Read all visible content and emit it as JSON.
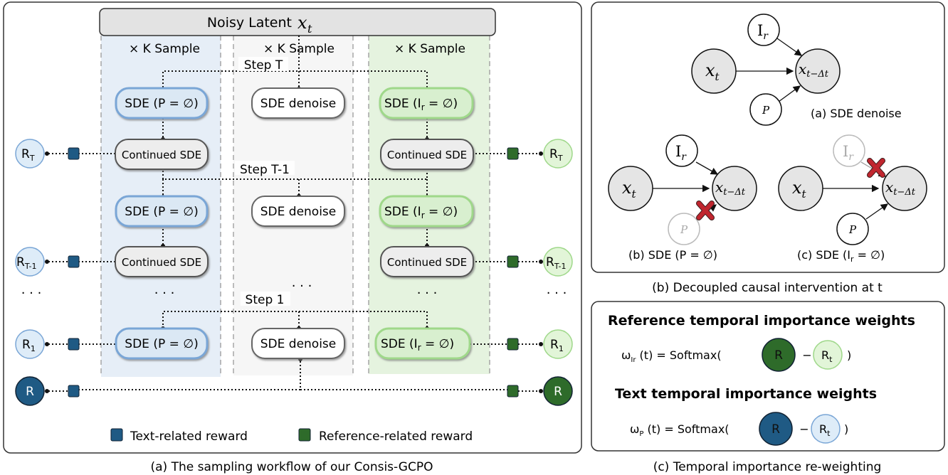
{
  "panel_a": {
    "noisy_latent": "Noisy Latent",
    "noisy_latent_symbol": "x",
    "noisy_latent_sub": "t",
    "sample_label": "× K Sample",
    "step_T": "Step T",
    "step_T1": "Step T-1",
    "step_1": "Step 1",
    "ellipsis": "· · ·",
    "sde_p": "SDE (P = ∅)",
    "sde_denoise": "SDE denoise",
    "sde_ir_pre": "SDE (I",
    "sde_ir_sub": "r",
    "sde_ir_post": " = ∅)",
    "continued_sde": "Continued SDE",
    "reward_R": "R",
    "reward_T": "T",
    "reward_T1": "T-1",
    "reward_1": "1",
    "legend_text": "Text-related reward",
    "legend_ref": "Reference-related reward",
    "caption": "(a) The sampling workflow of our Consis-GCPO"
  },
  "panel_b": {
    "node_I": "I",
    "node_I_sub": "r",
    "node_x": "x",
    "node_x_sub": "t",
    "node_xdt": "x",
    "node_xdt_sub": "t−Δt",
    "node_P": "P",
    "label_a": "(a) SDE denoise",
    "label_b": "(b) SDE (P = ∅)",
    "label_c_pre": "(c) SDE (I",
    "label_c_sub": "r",
    "label_c_post": " = ∅)",
    "caption": "(b) Decoupled causal intervention at t"
  },
  "panel_c": {
    "title_ref": "Reference temporal importance weights",
    "title_text": "Text temporal importance weights",
    "omega": "ω",
    "sub_ir": "Ir",
    "sub_p": "P",
    "arg": " (t) = Softmax(",
    "minus": "−",
    "close": ")",
    "R": "R",
    "Rt": "R",
    "Rt_sub": "t",
    "caption": "(c) Temporal importance re-weighting"
  },
  "colors": {
    "text_reward": "#1f5a84",
    "ref_reward": "#2e6b2a",
    "blue_fill": "#dbe8f4",
    "green_fill": "#d8efcf",
    "light_blue_circle": "#deecf8",
    "light_green_circle": "#e2f5d8",
    "red_x": "#c0262f"
  }
}
